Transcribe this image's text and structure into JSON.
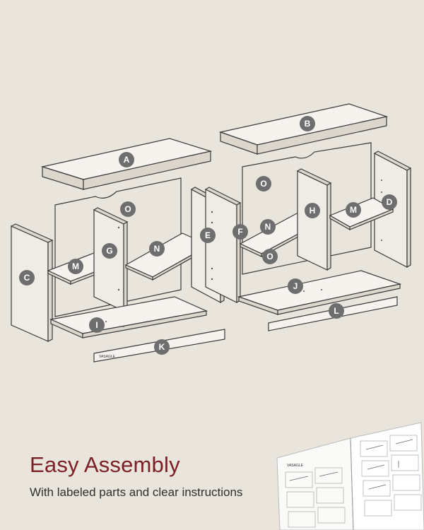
{
  "headline": "Easy Assembly",
  "subline": "With labeled parts and clear instructions",
  "brand_mark": "VASAGLE",
  "manual_brand": "VASAGLE",
  "colors": {
    "background": "#e9e4dc",
    "headline": "#7b2026",
    "badge": "#6e6e6e"
  },
  "parts": {
    "left": {
      "A": "A",
      "O": "O",
      "C": "C",
      "G": "G",
      "N": "N",
      "M": "M",
      "E": "E",
      "I": "I",
      "K": "K"
    },
    "right": {
      "B": "B",
      "O1": "O",
      "D": "D",
      "F": "F",
      "N": "N",
      "H": "H",
      "M": "M",
      "O2": "O",
      "J": "J",
      "L": "L"
    }
  }
}
